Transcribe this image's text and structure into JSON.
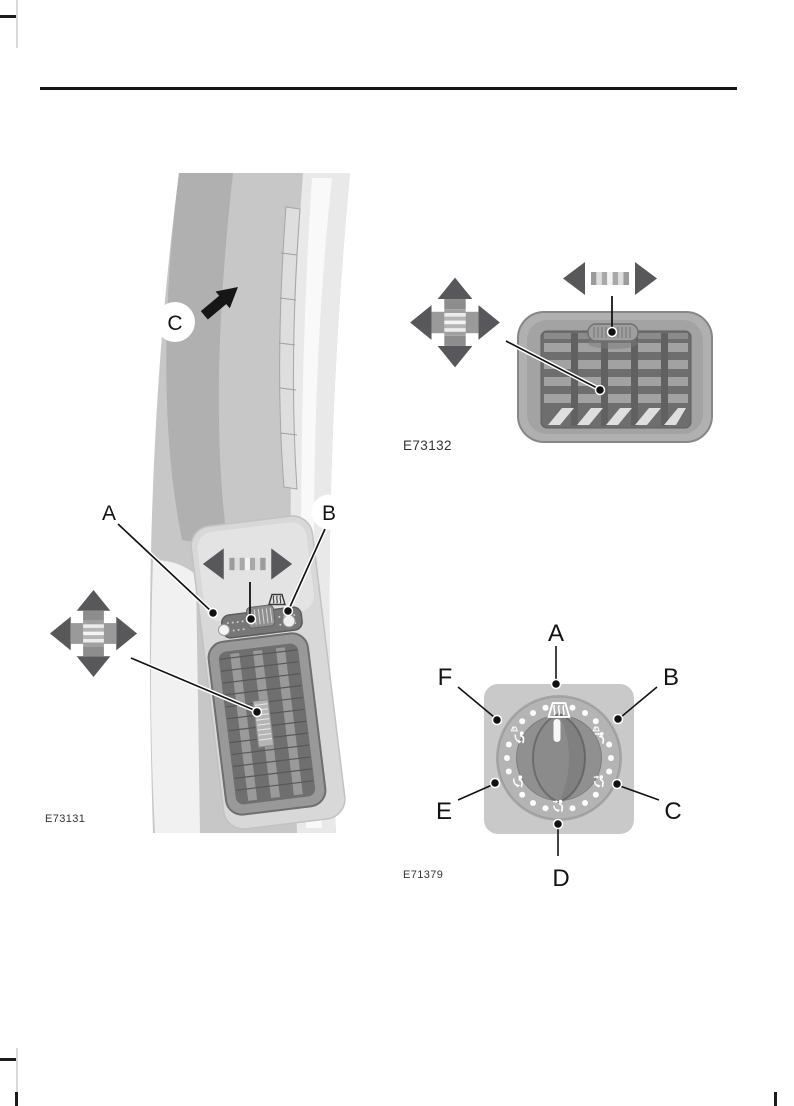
{
  "figures": {
    "door_pillar_vent": {
      "code": "E73131",
      "callouts": {
        "A": "A",
        "B": "B",
        "C": "C"
      },
      "icons": [
        "four-way-adjust-arrow-icon",
        "horizontal-slide-arrow-icon",
        "vent-direction-arrow-icon",
        "demist-symbol-icon"
      ]
    },
    "instrument_panel_vent": {
      "code": "E73132",
      "icons": [
        "four-way-adjust-arrow-icon",
        "horizontal-slide-arrow-icon"
      ]
    },
    "air_distribution_dial": {
      "code": "E71379",
      "callouts": {
        "A": "A",
        "B": "B",
        "C": "C",
        "D": "D",
        "E": "E",
        "F": "F"
      },
      "position_icons": {
        "A": "windshield-defrost-icon",
        "B": "demist-face-vent-icon",
        "C": "face-feet-vent-icon",
        "D": "feet-vent-double-arrow-icon",
        "E": "feet-vent-icon",
        "F": "windshield-feet-vent-icon"
      }
    }
  },
  "colors": {
    "arrow_dark": "#58585a",
    "stripe_mid": "#9b9b9b",
    "stripe_light": "#e6e6e6",
    "line_black": "#141414",
    "panel_gray": "#c7c7c7",
    "vent_dark": "#6e6e6e",
    "dial_bg": "#c9c9c9",
    "dial_ring": "#b4b4b4",
    "dial_knob": "#8b8b8b"
  }
}
